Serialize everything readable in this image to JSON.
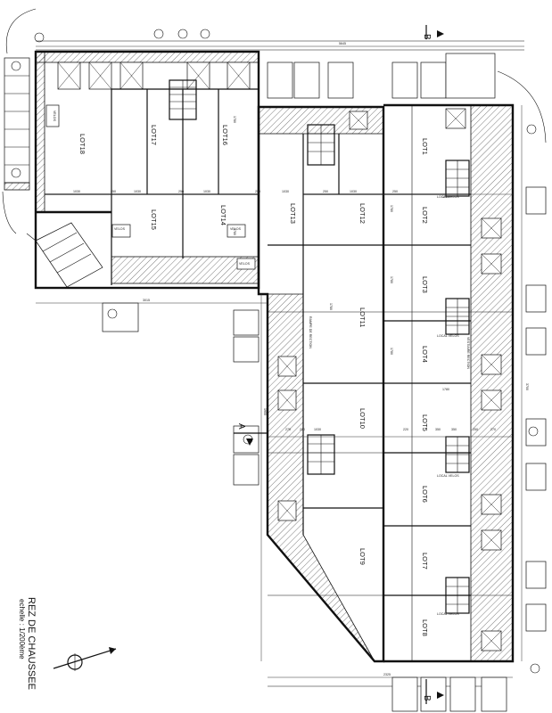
{
  "title": "REZ DE CHAUSSEE",
  "scale": "echelle : 1/200ème",
  "sections": [
    {
      "letter": "B",
      "position": "top"
    },
    {
      "letter": "B",
      "position": "bottom"
    },
    {
      "letter": "A",
      "position": "left"
    }
  ],
  "lots": [
    "LOT18",
    "LOT17",
    "LOT16",
    "LOT15",
    "LOT14",
    "LOT13",
    "LOT12",
    "LOT11",
    "LOT10",
    "LOT9",
    "LOT1",
    "LOT2",
    "LOT3",
    "LOT4",
    "LOT5",
    "LOT6",
    "LOT7",
    "LOT8"
  ],
  "room_labels": [
    "VELOS",
    "VELOS",
    "VELOS",
    "VELOS",
    "LOCAL VELOS",
    "LOCAL VELOS",
    "LOCAL VELOS",
    "LOCAL VELOS"
  ],
  "ramp_labels": [
    "RAMPE DE RECTION",
    "VESTIAIRE RECTION"
  ],
  "dimensions": [
    "1780",
    "1780",
    "1780",
    "1780",
    "1780",
    "1780",
    "1780",
    "1780",
    "1030",
    "1030",
    "1030",
    "1030",
    "1030",
    "1030",
    "250",
    "250",
    "250",
    "250",
    "250",
    "250",
    "350",
    "350",
    "270",
    "270",
    "220",
    "220",
    "5645",
    "3015",
    "1955",
    "3700",
    "2325"
  ],
  "icons": [
    "north-arrow-icon",
    "tree-icon",
    "car-icon",
    "section-marker-icon"
  ]
}
